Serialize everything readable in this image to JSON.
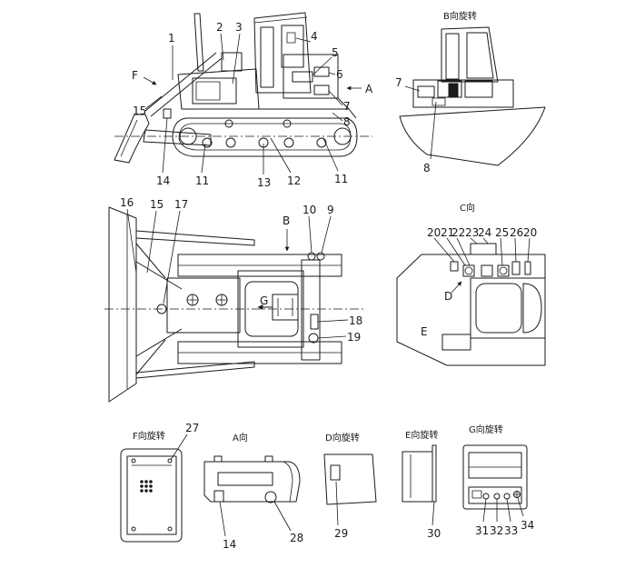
{
  "colors": {
    "line": "#1a1a1a",
    "background": "#ffffff"
  },
  "side_view": {
    "labels": [
      "1",
      "2",
      "3",
      "4",
      "5",
      "6",
      "7",
      "8",
      "F",
      "15",
      "14",
      "11",
      "13",
      "12",
      "11",
      "A"
    ]
  },
  "b_view": {
    "title": "B向旋转",
    "labels": [
      "7",
      "8"
    ]
  },
  "plan_view": {
    "labels": [
      "16",
      "15",
      "17",
      "B",
      "10",
      "9",
      "G",
      "18",
      "19"
    ]
  },
  "c_view": {
    "title": "C向",
    "labels": [
      "20",
      "21",
      "22",
      "23",
      "24",
      "25",
      "26",
      "20",
      "D",
      "E"
    ]
  },
  "f_view": {
    "title": "F向旋转",
    "labels": [
      "27"
    ]
  },
  "a_view": {
    "title": "A向",
    "labels": [
      "14",
      "28"
    ]
  },
  "d_view": {
    "title": "D向旋转",
    "labels": [
      "29"
    ]
  },
  "e_view": {
    "title": "E向旋转",
    "labels": [
      "30"
    ]
  },
  "g_view": {
    "title": "G向旋转",
    "labels": [
      "31",
      "32",
      "33",
      "34"
    ]
  }
}
